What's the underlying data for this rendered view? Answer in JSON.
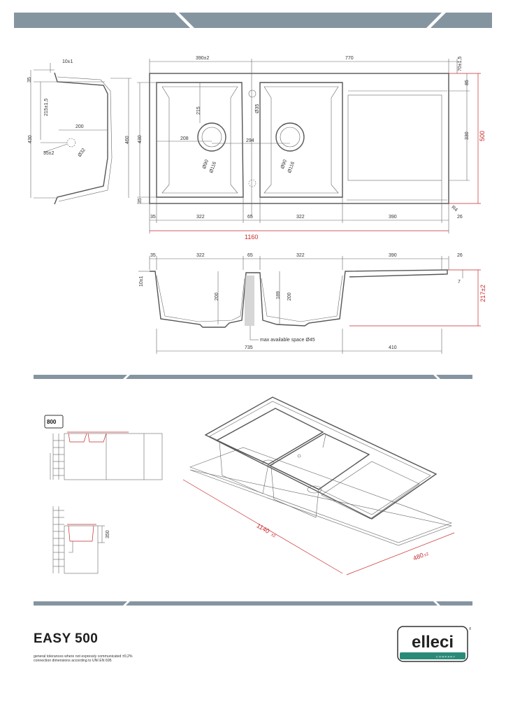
{
  "product": {
    "name": "EASY 500",
    "notes": [
      "general tolerances where not expressly communicated ±0,2%",
      "connection dimensions according to UNI EN 695"
    ]
  },
  "brand": {
    "name": "elleci",
    "mark": "®",
    "tagline": "COMPANY",
    "accent_color": "#2a8a78",
    "band_color": "#8595a0"
  },
  "drawing": {
    "section_left": {
      "top_lip": "10±1",
      "height_total": "430",
      "height_outer": "460",
      "offset_top": "35",
      "depth": "215±1,5",
      "width_inner": "200",
      "hole_offset": "35±2",
      "hole_dia": "Ø32"
    },
    "plan": {
      "bowl_width": "390±2",
      "drainer_span": "770",
      "edge_top": "70±1,5",
      "drainer_top": "85",
      "drainer_h": "330",
      "total_h": "500",
      "height": "430",
      "bottom": "35",
      "drain_depth": "215",
      "drain_left": "208",
      "drain_mid": "294",
      "overflow": "Ø35",
      "drain_inner_1": "Ø90",
      "drain_outer_1": "Ø116",
      "drain_inner_2": "Ø90",
      "drain_outer_2": "Ø116",
      "radius": "R4",
      "bottom_dims": [
        "35",
        "322",
        "65",
        "322",
        "390",
        "26"
      ],
      "total_width": "1160"
    },
    "section_front": {
      "top_dims": [
        "35",
        "322",
        "65",
        "322",
        "390",
        "26"
      ],
      "lip": "10±1",
      "depth_1": "200",
      "depth_mid": "189",
      "depth_2": "200",
      "drainer_lip": "7",
      "total_depth": "217±2",
      "space_note": "max available space Ø45",
      "bottom_left": "735",
      "bottom_right": "410"
    },
    "cabinet": {
      "size": "800",
      "height": "350"
    },
    "iso": {
      "length": "1140",
      "length_tol": "±2",
      "width": "480",
      "width_tol": "±2"
    }
  }
}
